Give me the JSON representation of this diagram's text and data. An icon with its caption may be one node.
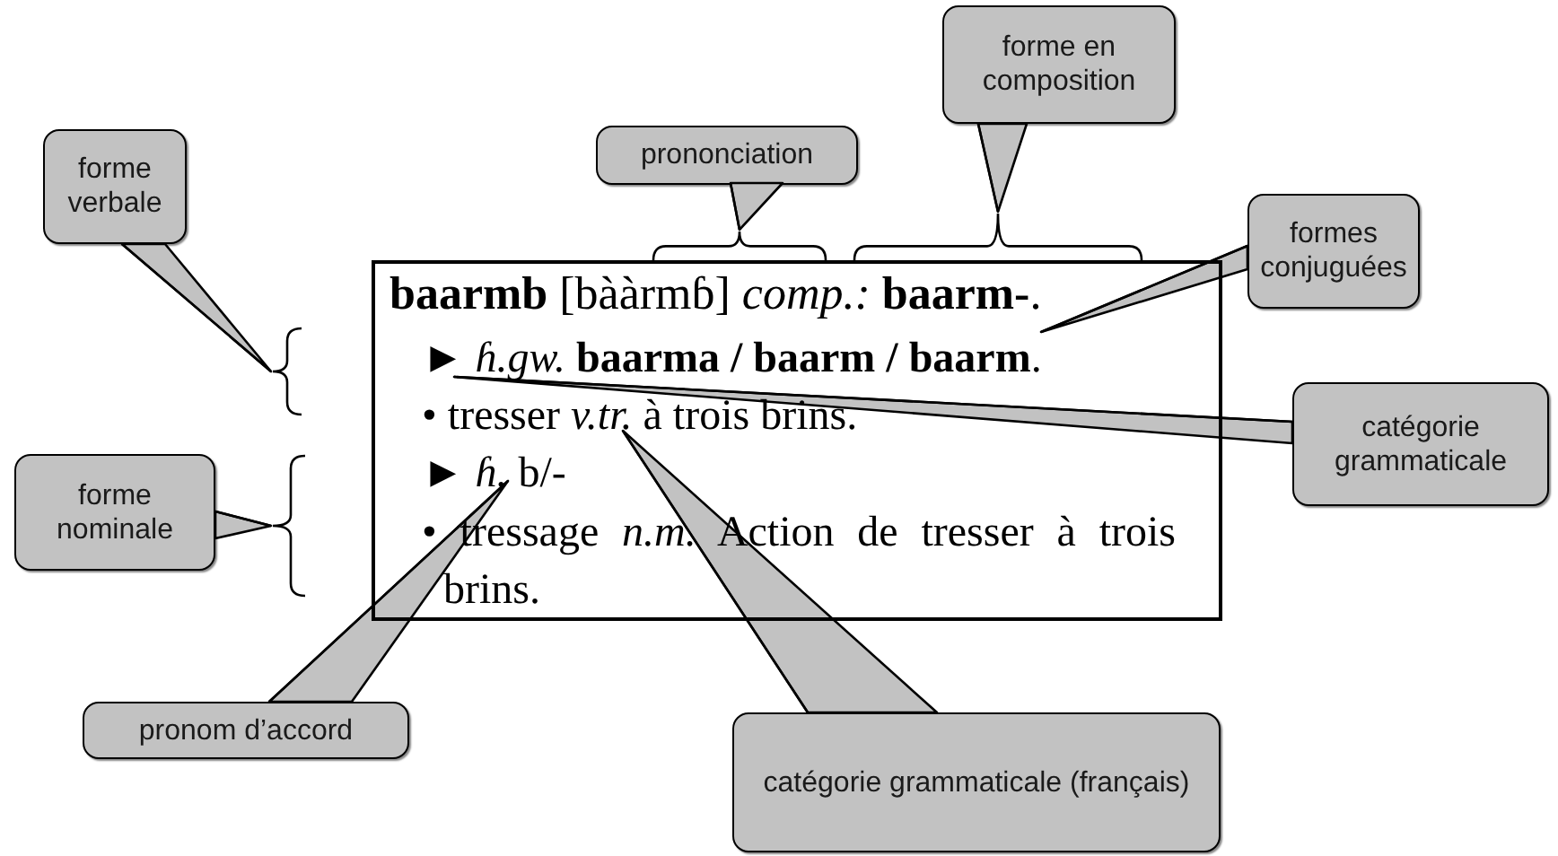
{
  "diagram": {
    "nodes": [
      {
        "text": [
          "**baarmb** [bààrmɓ] *comp.:* **baarm-**.",
          "► *ɦ.gw.* **baarma / baarm / baarm**.",
          "• tresser *v.tr.* à trois brins.",
          "► *ɦ.* b/-",
          "• tressage *n.m.* Action de tresser à trois brins."
        ]
      },
      {
        "text": [
          "forme verbale"
        ]
      },
      {
        "text": [
          "prononciation"
        ]
      },
      {
        "text": [
          "forme en composition"
        ]
      },
      {
        "text": [
          "formes conjuguées"
        ]
      },
      {
        "text": [
          "catégorie grammaticale"
        ]
      },
      {
        "text": [
          "forme nominale"
        ]
      },
      {
        "text": [
          "pronom d’accord"
        ]
      },
      {
        "text": [
          "catégorie grammaticale (français)"
        ]
      },
      {
        "text": [],
        "shape": "brace"
      },
      {
        "text": [],
        "shape": "brace"
      },
      {
        "text": [],
        "shape": "brace"
      },
      {
        "text": [],
        "shape": "brace"
      }
    ],
    "edges": [
      {
        "from": 1,
        "to": 11,
        "arrow": "none"
      },
      {
        "from": 2,
        "to": 9,
        "arrow": "none"
      },
      {
        "from": 3,
        "to": 10,
        "arrow": "none"
      },
      {
        "from": 4,
        "to": 0,
        "arrow": "none"
      },
      {
        "from": 5,
        "to": 0,
        "arrow": "none"
      },
      {
        "from": 6,
        "to": 12,
        "arrow": "none"
      },
      {
        "from": 7,
        "to": 0,
        "arrow": "none"
      },
      {
        "from": 8,
        "to": 0,
        "arrow": "none"
      }
    ]
  }
}
